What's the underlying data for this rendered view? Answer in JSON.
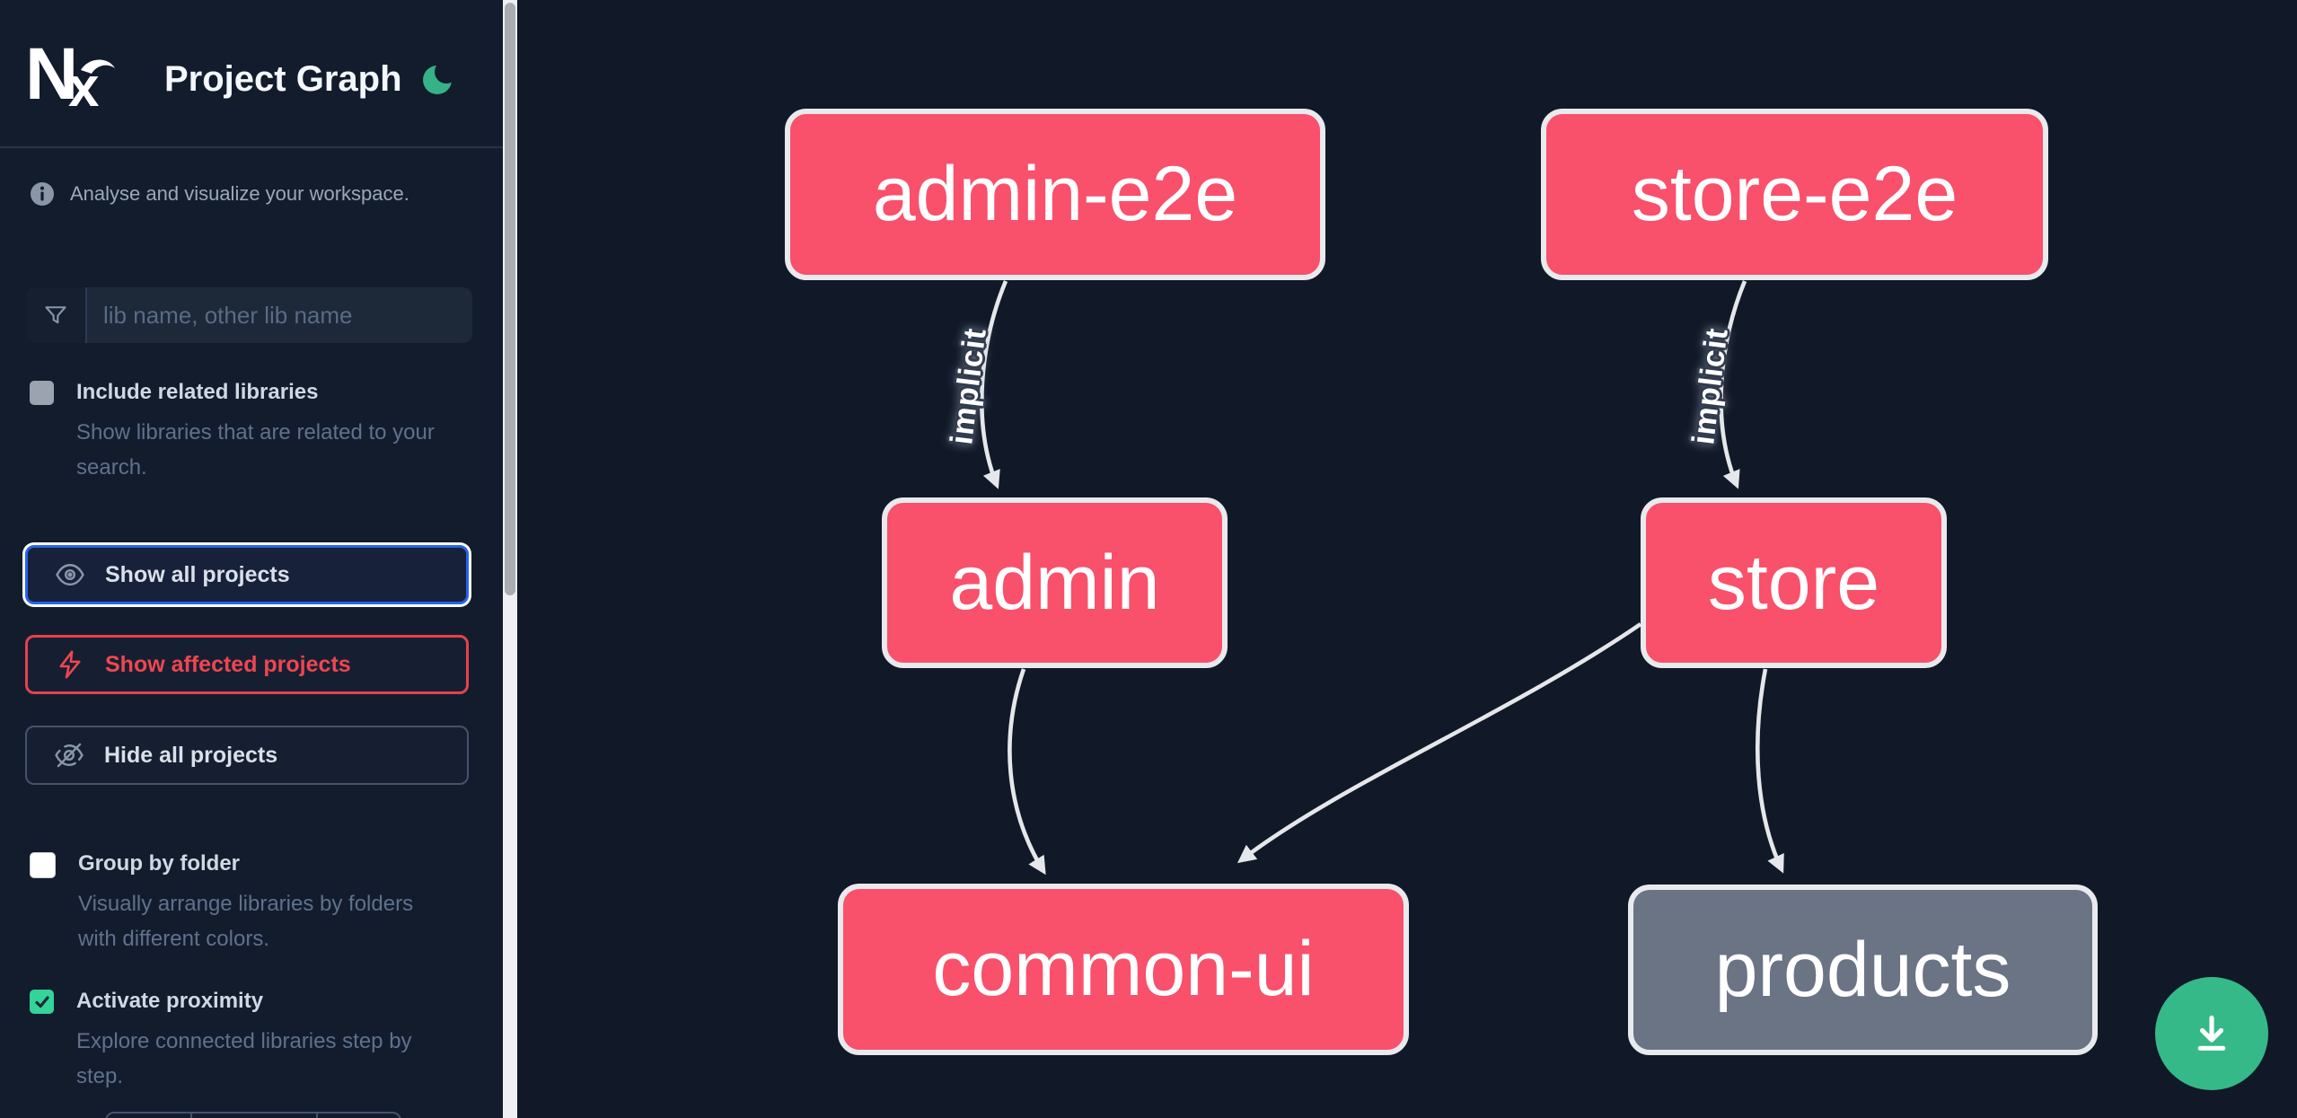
{
  "header": {
    "title": "Project Graph",
    "logo": "Nx",
    "theme": "dark"
  },
  "sidebar": {
    "tagline": "Analyse and visualize your workspace.",
    "search": {
      "placeholder": "lib name, other lib name"
    },
    "checkboxes": [
      {
        "label": "Include related libraries",
        "description": "Show libraries that are related to your search.",
        "checked": false
      },
      {
        "label": "Group by folder",
        "description": "Visually arrange libraries by folders with different colors.",
        "checked": false
      },
      {
        "label": "Activate proximity",
        "description": "Explore connected libraries step by step.",
        "checked": true
      }
    ],
    "buttons": [
      {
        "label": "Show all projects",
        "icon": "eye-icon",
        "state": "selected"
      },
      {
        "label": "Show affected projects",
        "icon": "bolt-icon",
        "state": "affected"
      },
      {
        "label": "Hide all projects",
        "icon": "eye-off-icon",
        "state": "default"
      }
    ]
  },
  "graph": {
    "nodes": [
      {
        "id": "admin-e2e",
        "label": "admin-e2e",
        "type": "affected"
      },
      {
        "id": "store-e2e",
        "label": "store-e2e",
        "type": "affected"
      },
      {
        "id": "admin",
        "label": "admin",
        "type": "affected"
      },
      {
        "id": "store",
        "label": "store",
        "type": "affected"
      },
      {
        "id": "common-ui",
        "label": "common-ui",
        "type": "affected"
      },
      {
        "id": "products",
        "label": "products",
        "type": "default"
      }
    ],
    "edges": [
      {
        "from": "admin-e2e",
        "to": "admin",
        "label": "implicit"
      },
      {
        "from": "store-e2e",
        "to": "store",
        "label": "implicit"
      },
      {
        "from": "admin",
        "to": "common-ui",
        "label": ""
      },
      {
        "from": "store",
        "to": "common-ui",
        "label": ""
      },
      {
        "from": "store",
        "to": "products",
        "label": ""
      }
    ]
  },
  "fab": {
    "icon": "download-icon"
  },
  "colors": {
    "sidebar_bg": "#131c2d",
    "canvas_bg": "#111928",
    "node_affected": "#f9506b",
    "node_default": "#6a7485",
    "node_border": "#e9eaee",
    "edge": "#e5e7ea",
    "accent_blue": "#2563eb",
    "accent_red": "#e5424b",
    "accent_green": "#34d399",
    "fab_green": "#35b989"
  }
}
